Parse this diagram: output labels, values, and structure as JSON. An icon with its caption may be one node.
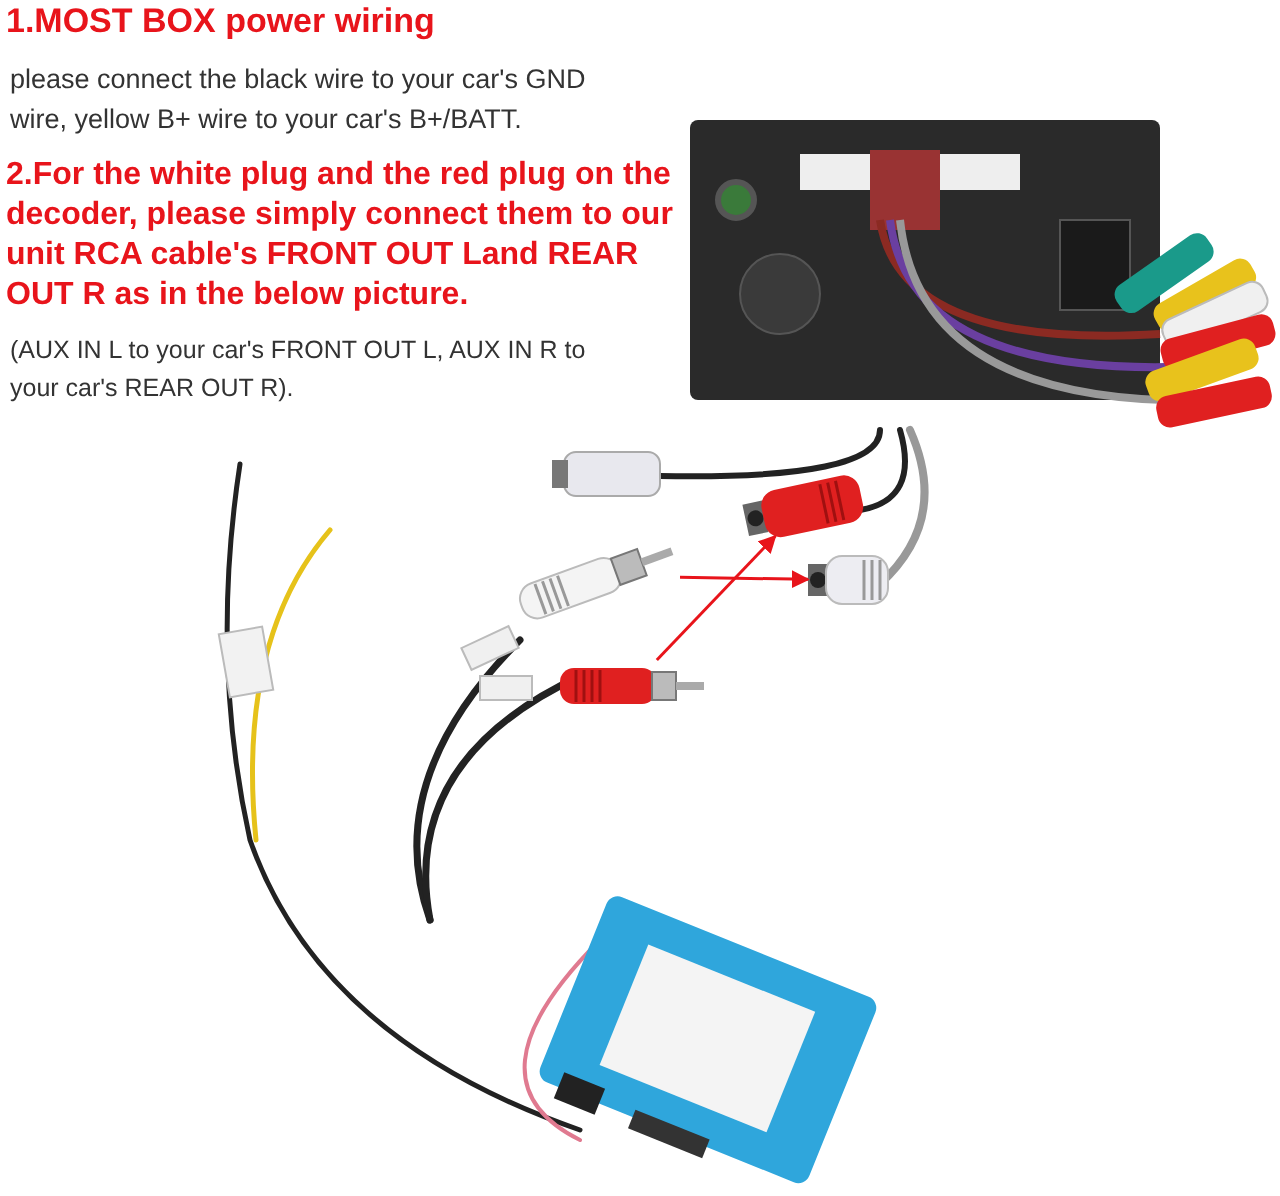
{
  "diagram": {
    "title": "1.MOST BOX power wiring",
    "nodes": [
      {
        "text": [],
        "shape": "picture"
      },
      {
        "text": [],
        "shape": "picture"
      },
      {
        "text": [],
        "shape": "picture"
      },
      {
        "text": [],
        "shape": "picture"
      },
      {
        "text": [],
        "shape": "picture"
      },
      {
        "text": [],
        "shape": "picture"
      }
    ],
    "edges": [
      {
        "from": 2,
        "to": 4,
        "arrow": "to"
      },
      {
        "from": 3,
        "to": 5,
        "arrow": "to"
      }
    ],
    "labels": [
      "please connect the black wire to your car's GND wire, yellow B+ wire to your car's B+/BATT.",
      "2.For the white plug and the red plug on the decoder, please simply connect them to our unit RCA cable's FRONT OUT Land REAR OUT R as in the below picture.",
      "(AUX IN L to your car's FRONT OUT L, AUX IN R to your car's REAR OUT R)."
    ]
  }
}
